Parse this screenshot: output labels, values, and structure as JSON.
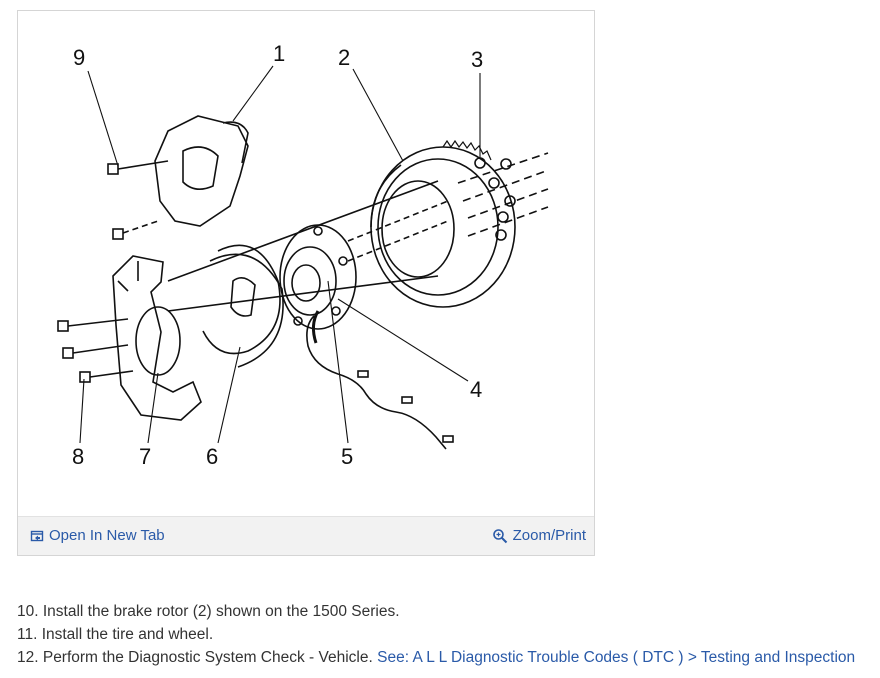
{
  "figure": {
    "callouts": [
      "1",
      "2",
      "3",
      "4",
      "5",
      "6",
      "7",
      "8",
      "9"
    ],
    "open_new_tab_label": "Open In New Tab",
    "open_new_tab_icon": "open-new-tab-icon",
    "zoom_print_label": "Zoom/Print",
    "zoom_print_icon": "magnifier-icon",
    "link_color": "#2a5aa8"
  },
  "steps": [
    {
      "text": "10. Install the brake rotor (2) shown on the 1500 Series."
    },
    {
      "text": "11. Install the tire and wheel."
    },
    {
      "text": "12. Perform the Diagnostic System Check - Vehicle. ",
      "link": "See: A L L Diagnostic Trouble Codes ( DTC ) > Testing and Inspection"
    }
  ]
}
